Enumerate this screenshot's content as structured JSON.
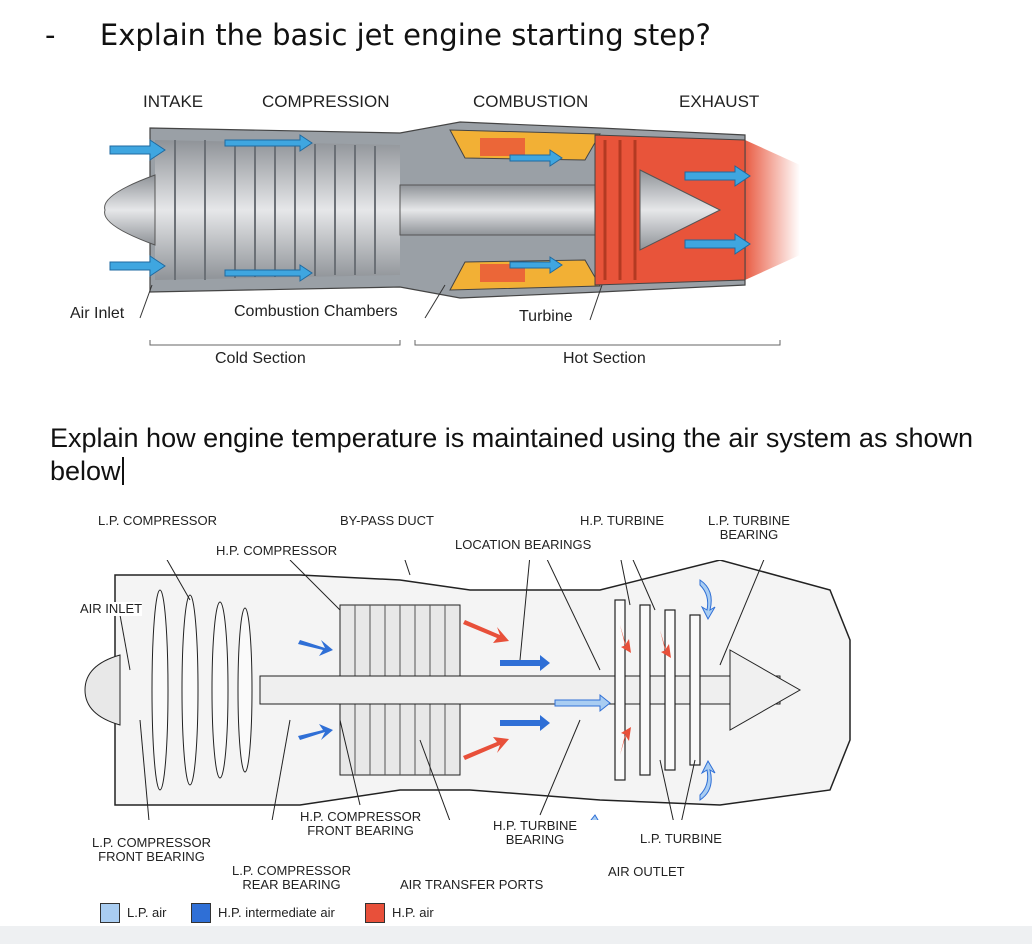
{
  "question1": {
    "bullet": "-",
    "text": "Explain the basic jet engine starting step?"
  },
  "diagram1": {
    "stage_labels": {
      "intake": "INTAKE",
      "compression": "COMPRESSION",
      "combustion": "COMBUSTION",
      "exhaust": "EXHAUST"
    },
    "part_labels": {
      "air_inlet": "Air Inlet",
      "combustion_chambers": "Combustion Chambers",
      "turbine": "Turbine"
    },
    "section_labels": {
      "cold": "Cold Section",
      "hot": "Hot Section"
    },
    "colors": {
      "air_arrow": "#3fa6e0",
      "hot_gas": "#e8543a",
      "combustor": "#f2b035",
      "metal": "#b9bcc0"
    }
  },
  "question2": {
    "text": "Explain how engine temperature is maintained using the air system as shown below"
  },
  "diagram2": {
    "labels": {
      "lp_compressor": "L.P. COMPRESSOR",
      "bypass_duct": "BY-PASS DUCT",
      "hp_turbine": "H.P. TURBINE",
      "lp_turbine_bearing_1": "L.P. TURBINE",
      "lp_turbine_bearing_2": "BEARING",
      "hp_compressor": "H.P. COMPRESSOR",
      "location_bearings": "LOCATION BEARINGS",
      "air_inlet": "AIR INLET",
      "hp_compressor_front_bearing_1": "H.P. COMPRESSOR",
      "hp_compressor_front_bearing_2": "FRONT BEARING",
      "hp_turbine_bearing_1": "H.P. TURBINE",
      "hp_turbine_bearing_2": "BEARING",
      "lp_turbine": "L.P. TURBINE",
      "lp_compressor_front_bearing_1": "L.P. COMPRESSOR",
      "lp_compressor_front_bearing_2": "FRONT BEARING",
      "lp_compressor_rear_bearing_1": "L.P. COMPRESSOR",
      "lp_compressor_rear_bearing_2": "REAR BEARING",
      "air_outlet": "AIR OUTLET",
      "air_transfer_ports": "AIR TRANSFER PORTS"
    },
    "legend": [
      {
        "label": "L.P. air",
        "color": "#a9cdf2"
      },
      {
        "label": "H.P. intermediate air",
        "color": "#2f6fd6"
      },
      {
        "label": "H.P. air",
        "color": "#e8503a"
      }
    ]
  }
}
